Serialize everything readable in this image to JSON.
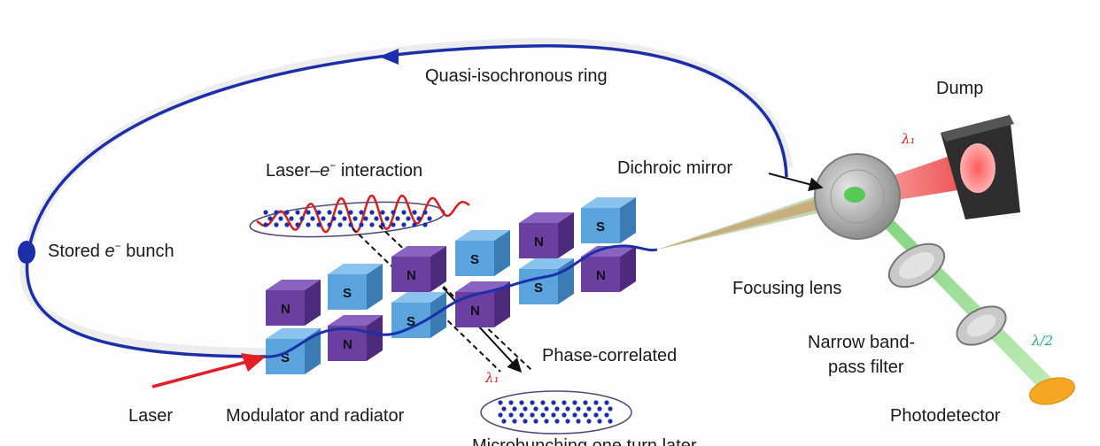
{
  "labels": {
    "ring": "Quasi-isochronous ring",
    "dump": "Dump",
    "laser_e_prefix": "Laser–",
    "laser_e_sym": "e",
    "laser_e_sup": "−",
    "laser_e_suffix": " interaction",
    "dichroic": "Dichroic mirror",
    "stored_prefix": "Stored ",
    "stored_sym": "e",
    "stored_sup": "−",
    "stored_suffix": " bunch",
    "focusing": "Focusing lens",
    "narrow_line1": "Narrow band-",
    "narrow_line2": "pass filter",
    "phase": "Phase-correlated",
    "laser": "Laser",
    "modulator": "Modulator and radiator",
    "photodetector": "Photodetector",
    "microbunch": "Microbunching one turn later",
    "lambda1_a": "λ₁",
    "lambda1_b": "λ₁",
    "lambda_half": "λ/2",
    "north": "N",
    "south": "S"
  },
  "colors": {
    "beam": "#1b2fa8",
    "laser_arrow": "#e21f26",
    "north_magnet": "#6b3fa0",
    "south_magnet": "#5aa3dc",
    "red_beam": "#ee4444",
    "green_beam": "#55cc44",
    "detector": "#f5a623",
    "dump": "#333333"
  }
}
